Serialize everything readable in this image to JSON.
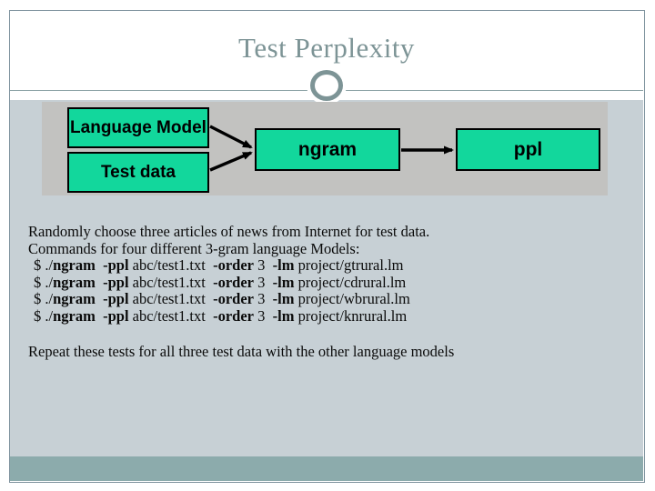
{
  "header": {
    "title": "Test Perplexity"
  },
  "diagram": {
    "boxes": [
      {
        "label": "Language Model"
      },
      {
        "label": "Test data"
      },
      {
        "label": "ngram"
      },
      {
        "label": "ppl"
      }
    ]
  },
  "body": {
    "intro_line_1": "Randomly choose three articles of news from Internet for test data.",
    "intro_line_2": "Commands for four different 3-gram language Models:",
    "commands": [
      {
        "segments": [
          {
            "text": "$ ./",
            "bold": false
          },
          {
            "text": "ngram",
            "bold": true
          },
          {
            "text": "  ",
            "bold": false
          },
          {
            "text": "-ppl",
            "bold": true
          },
          {
            "text": " abc/test1.txt  ",
            "bold": false
          },
          {
            "text": "-order",
            "bold": true
          },
          {
            "text": " 3  ",
            "bold": false
          },
          {
            "text": "-lm",
            "bold": true
          },
          {
            "text": " project/gtrural.lm",
            "bold": false
          }
        ]
      },
      {
        "segments": [
          {
            "text": "$ ./",
            "bold": false
          },
          {
            "text": "ngram",
            "bold": true
          },
          {
            "text": "  ",
            "bold": false
          },
          {
            "text": "-ppl",
            "bold": true
          },
          {
            "text": " abc/test1.txt  ",
            "bold": false
          },
          {
            "text": "-order",
            "bold": true
          },
          {
            "text": " 3  ",
            "bold": false
          },
          {
            "text": "-lm",
            "bold": true
          },
          {
            "text": " project/cdrural.lm",
            "bold": false
          }
        ]
      },
      {
        "segments": [
          {
            "text": "$ ./",
            "bold": false
          },
          {
            "text": "ngram",
            "bold": true
          },
          {
            "text": "  ",
            "bold": false
          },
          {
            "text": "-ppl",
            "bold": true
          },
          {
            "text": " abc/test1.txt  ",
            "bold": false
          },
          {
            "text": "-order",
            "bold": true
          },
          {
            "text": " 3  ",
            "bold": false
          },
          {
            "text": "-lm",
            "bold": true
          },
          {
            "text": " project/wbrural.lm",
            "bold": false
          }
        ]
      },
      {
        "segments": [
          {
            "text": "$ ./",
            "bold": false
          },
          {
            "text": "ngram",
            "bold": true
          },
          {
            "text": "  ",
            "bold": false
          },
          {
            "text": "-ppl",
            "bold": true
          },
          {
            "text": " abc/test1.txt  ",
            "bold": false
          },
          {
            "text": "-order",
            "bold": true
          },
          {
            "text": " 3  ",
            "bold": false
          },
          {
            "text": "-lm",
            "bold": true
          },
          {
            "text": " project/knrural.lm",
            "bold": false
          }
        ]
      }
    ],
    "closing_line": "Repeat these tests for all three test data with the other language models"
  },
  "colors": {
    "title_color": "#7d9496",
    "content_bg": "#c7d0d5",
    "diagram_bg": "#c2c2c0",
    "footer_bg": "#8cabac",
    "box_green": "#12d79c",
    "slide_border": "#7e929d",
    "divider": "#8ba2a5"
  }
}
